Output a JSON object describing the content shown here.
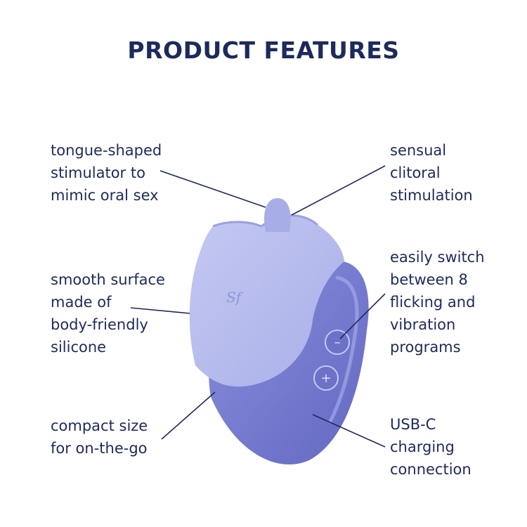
{
  "title": "PRODUCT FEATURES",
  "features": {
    "tongue": [
      "tongue-shaped",
      "stimulator to",
      "mimic oral sex"
    ],
    "smooth": [
      "smooth surface",
      "made of",
      "body-friendly",
      "silicone"
    ],
    "compact": [
      "compact size",
      "for on-the-go"
    ],
    "sensual": [
      "sensual",
      "clitoral",
      "stimulation"
    ],
    "switch": [
      "easily switch",
      "between 8",
      "flicking and",
      "vibration",
      "programs"
    ],
    "usb": [
      "USB-C",
      "charging",
      "connection"
    ]
  },
  "device": {
    "logo": "Sf",
    "minus_symbol": "–",
    "plus_symbol": "+"
  },
  "colors": {
    "text": "#1d2a5c",
    "body_light": "#b3b8ec",
    "body_dark": "#7479cc"
  }
}
